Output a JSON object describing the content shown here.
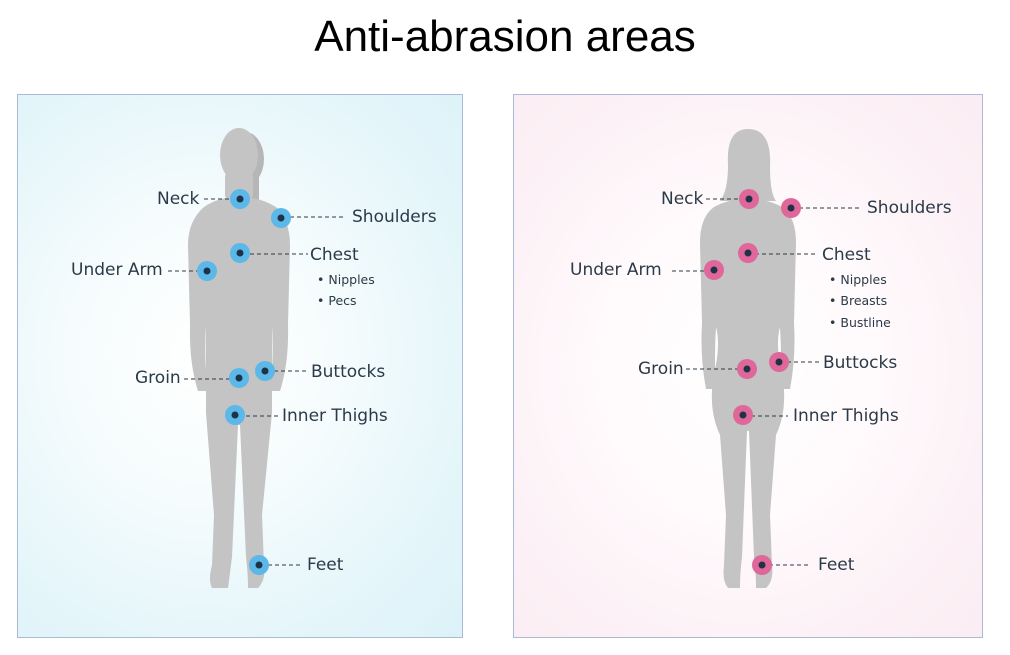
{
  "title": "Anti-abrasion areas",
  "male": {
    "labels": {
      "neck": "Neck",
      "shoulders": "Shoulders",
      "chest": "Chest",
      "under_arm": "Under Arm",
      "groin": "Groin",
      "buttocks": "Buttocks",
      "inner_thighs": "Inner Thighs",
      "feet": "Feet"
    },
    "chest_sub": [
      "Nipples",
      "Pecs"
    ]
  },
  "female": {
    "labels": {
      "neck": "Neck",
      "shoulders": "Shoulders",
      "chest": "Chest",
      "under_arm": "Under Arm",
      "groin": "Groin",
      "buttocks": "Buttocks",
      "inner_thighs": "Inner Thighs",
      "feet": "Feet"
    },
    "chest_sub": [
      "Nipples",
      "Breasts",
      "Bustline"
    ]
  },
  "colors": {
    "male_marker": "#5bb8e8",
    "female_marker": "#e0679a",
    "silhouette": "#c4c4c4",
    "label_text": "#2b3a48"
  }
}
